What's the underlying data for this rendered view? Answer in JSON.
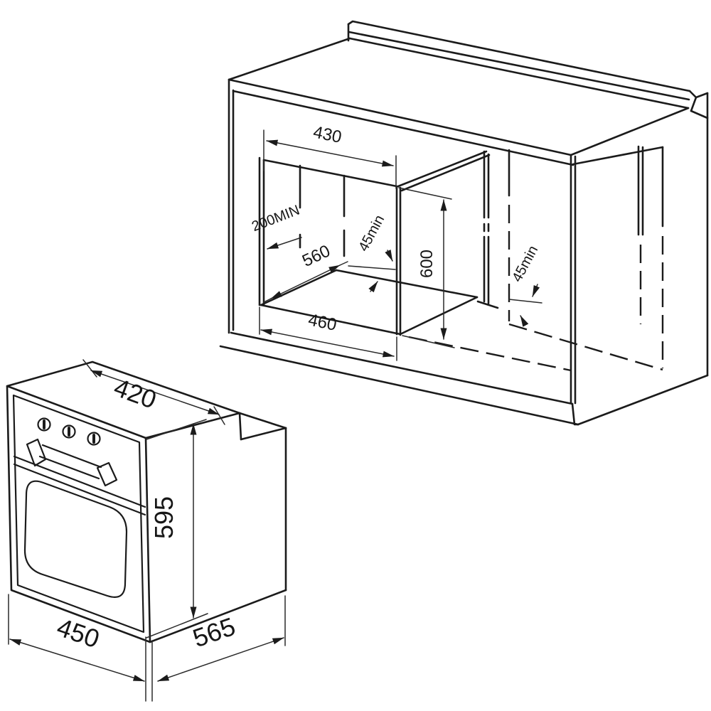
{
  "diagram": {
    "title": "built-in oven installation dimensions",
    "background_color": "#ffffff",
    "line_color": "#1b1b1b",
    "cabinet": {
      "description": "cabinet niche cutout with worktop",
      "labels": {
        "niche_width": "430",
        "rear_clearance": "200MIN",
        "floor_depth": "560",
        "rear_gap": "45min",
        "niche_height": "600",
        "side_gap": "45min",
        "bottom_width": "460"
      }
    },
    "oven": {
      "description": "oven outer dimensions",
      "labels": {
        "top_depth": "420",
        "height": "595",
        "front_width": "450",
        "body_depth": "565"
      }
    }
  }
}
